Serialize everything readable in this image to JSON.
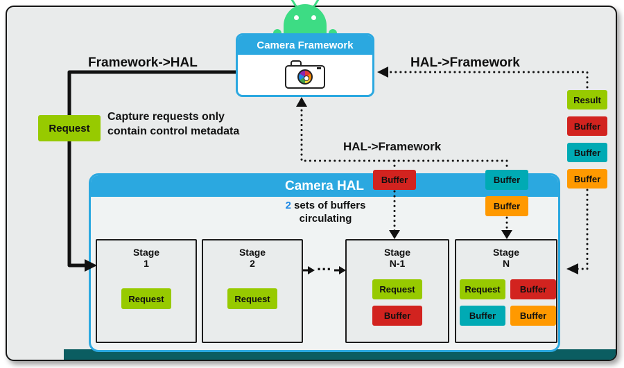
{
  "colors": {
    "accent_blue": "#2ba8e0",
    "note_blue": "#1e88e5",
    "request_green": "#97ca00",
    "buffer_red": "#d2231f",
    "buffer_teal": "#00aab4",
    "buffer_orange": "#ff9900",
    "android_green": "#3ddc84",
    "footer_teal": "#0b5d61"
  },
  "icons": {
    "android": "android-robot-icon",
    "camera": "camera-shutter-icon"
  },
  "framework": {
    "title": "Camera Framework"
  },
  "hal": {
    "title": "Camera HAL",
    "note": {
      "highlight": "2",
      "line1_rest": " sets of buffers",
      "line2": "circulating"
    }
  },
  "labels": {
    "framework_to_hal": "Framework->HAL",
    "hal_to_framework_top": "HAL->Framework",
    "hal_to_framework_mid": "HAL->Framework",
    "dots": "..."
  },
  "request_note": {
    "chip": "Request",
    "line1": "Capture requests only",
    "line2": "contain control metadata"
  },
  "right_stack": [
    {
      "label": "Result",
      "color": "green"
    },
    {
      "label": "Buffer",
      "color": "red"
    },
    {
      "label": "Buffer",
      "color": "teal"
    },
    {
      "label": "Buffer",
      "color": "orange"
    }
  ],
  "mid_buffers": [
    {
      "label": "Buffer",
      "color": "red"
    },
    {
      "label": "Buffer",
      "color": "teal"
    },
    {
      "label": "Buffer",
      "color": "orange"
    }
  ],
  "stages": [
    {
      "line1": "Stage",
      "line2": "1",
      "chips": [
        {
          "label": "Request",
          "color": "green"
        }
      ]
    },
    {
      "line1": "Stage",
      "line2": "2",
      "chips": [
        {
          "label": "Request",
          "color": "green"
        }
      ]
    },
    {
      "line1": "Stage",
      "line2": "N-1",
      "chips": [
        {
          "label": "Request",
          "color": "green"
        },
        {
          "label": "Buffer",
          "color": "red"
        }
      ]
    },
    {
      "line1": "Stage",
      "line2": "N",
      "chips": [
        {
          "label": "Request",
          "color": "green"
        },
        {
          "label": "Buffer",
          "color": "red"
        },
        {
          "label": "Buffer",
          "color": "teal"
        },
        {
          "label": "Buffer",
          "color": "orange"
        }
      ]
    }
  ]
}
